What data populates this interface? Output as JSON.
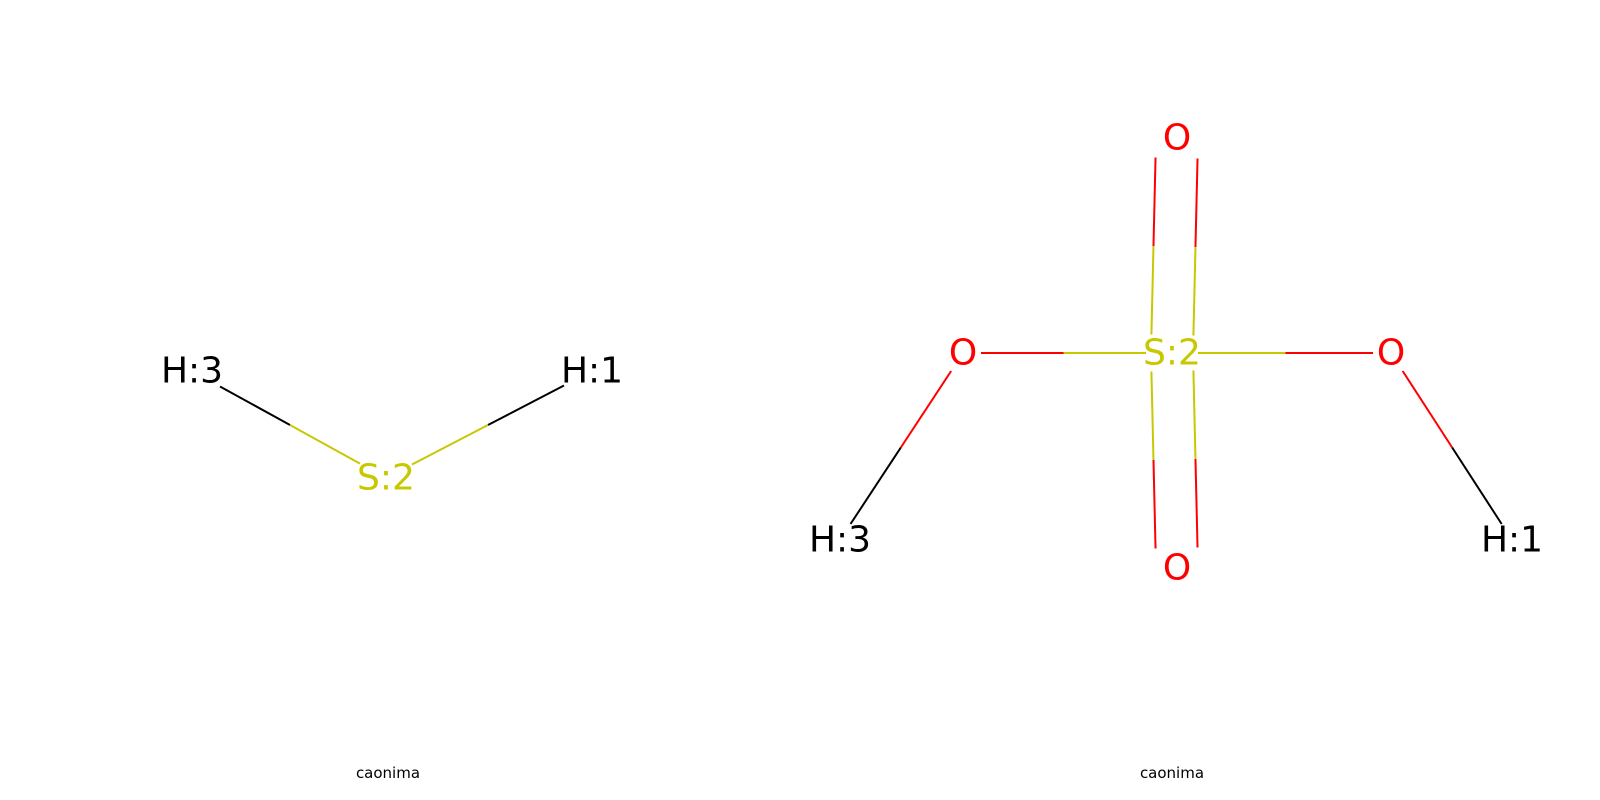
{
  "colors": {
    "H": "#000000",
    "S": "#c8c800",
    "O": "#ff0000",
    "background": "#ffffff"
  },
  "molecules": [
    {
      "legend": "caonima",
      "atoms": [
        {
          "label": "H:3",
          "element": "H"
        },
        {
          "label": "H:1",
          "element": "H"
        },
        {
          "label": "S:2",
          "element": "S"
        }
      ],
      "bonds": [
        {
          "from": 0,
          "to": 2,
          "order": 1
        },
        {
          "from": 1,
          "to": 2,
          "order": 1
        }
      ]
    },
    {
      "legend": "caonima",
      "atoms": [
        {
          "label": "O",
          "element": "O"
        },
        {
          "label": "O",
          "element": "O"
        },
        {
          "label": "S:2",
          "element": "S"
        },
        {
          "label": "O",
          "element": "O"
        },
        {
          "label": "H:3",
          "element": "H"
        },
        {
          "label": "O",
          "element": "O"
        },
        {
          "label": "H:1",
          "element": "H"
        }
      ],
      "bonds": [
        {
          "from": 2,
          "to": 0,
          "order": 2
        },
        {
          "from": 2,
          "to": 5,
          "order": 2
        },
        {
          "from": 2,
          "to": 1,
          "order": 1
        },
        {
          "from": 2,
          "to": 3,
          "order": 1
        },
        {
          "from": 1,
          "to": 4,
          "order": 1
        },
        {
          "from": 3,
          "to": 6,
          "order": 1
        }
      ]
    }
  ]
}
